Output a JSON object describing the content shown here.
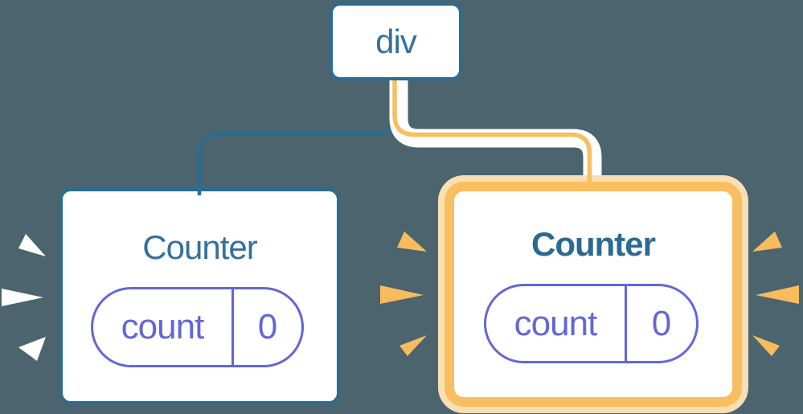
{
  "diagram": {
    "description": "React component tree: a div root with two Counter children, each holding state count=0; the right Counter is highlighted",
    "root": {
      "label": "div"
    },
    "children": [
      {
        "label": "Counter",
        "state": [
          {
            "key": "count",
            "value": "0"
          }
        ],
        "highlighted": false
      },
      {
        "label": "Counter",
        "state": [
          {
            "key": "count",
            "value": "0"
          }
        ],
        "highlighted": true
      }
    ],
    "colors": {
      "bg": "#4B646E",
      "node_blue": "#2B6C93",
      "text_blue": "#35719B",
      "state_purple": "#6366D9",
      "highlight_orange": "#F8BE60",
      "highlight_orange_pale": "#FBDFB4",
      "card_bg": "#FFFFFF"
    }
  }
}
